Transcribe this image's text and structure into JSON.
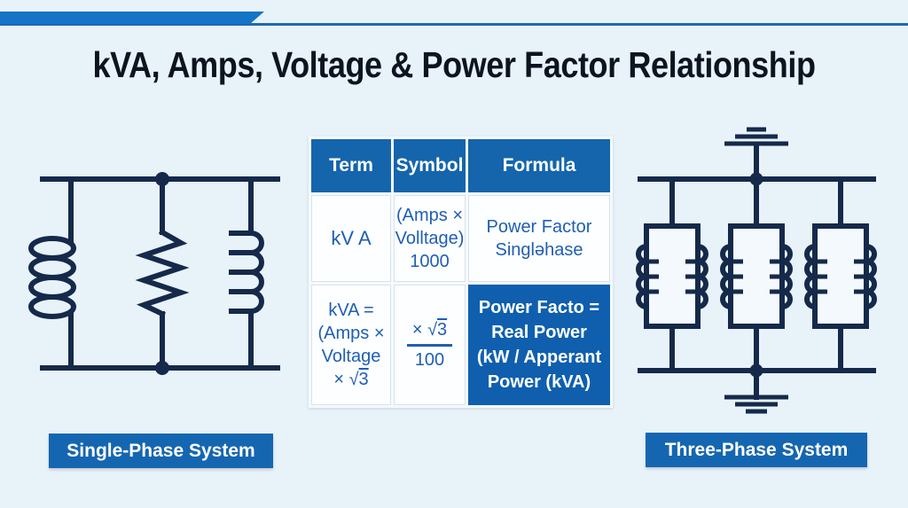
{
  "title": "kVA, Amps, Voltage & Power Factor Relationship",
  "colors": {
    "background": "#e8f2f9",
    "accent_bar": "#1474c8",
    "accent_line": "#2068b2",
    "header_blue": "#1465ac",
    "highlight_blue": "#0f5fae",
    "label_blue": "#1566b1",
    "table_text_blue": "#1f5eb5",
    "circuit_navy": "#15294a",
    "title_color": "#0d1420",
    "cell_bg": "#fdfeff",
    "table_gap": "#f6fafd"
  },
  "table": {
    "headers": [
      "Term",
      "Symbol",
      "Formula"
    ],
    "row1": {
      "term": "kV A",
      "symbol_lines": [
        "(Amps ×",
        "Volltage)",
        "1000"
      ],
      "formula_lines": [
        "Power Factor",
        "Singləhase"
      ]
    },
    "row2": {
      "term_lines": [
        "kVA =",
        "(Amps ×",
        "Voltage"
      ],
      "term_sqrt_prefix": "× √",
      "term_sqrt_radicand": "3",
      "symbol_sqrt_prefix": "× √",
      "symbol_sqrt_radicand": "3",
      "symbol_denominator": "100",
      "formula_lines": [
        "Power Facto =",
        "Real Power",
        "(kW / Apperant",
        "Power (kVA)"
      ]
    }
  },
  "labels": {
    "single_phase": "Single-Phase System",
    "three_phase": "Three-Phase System"
  }
}
